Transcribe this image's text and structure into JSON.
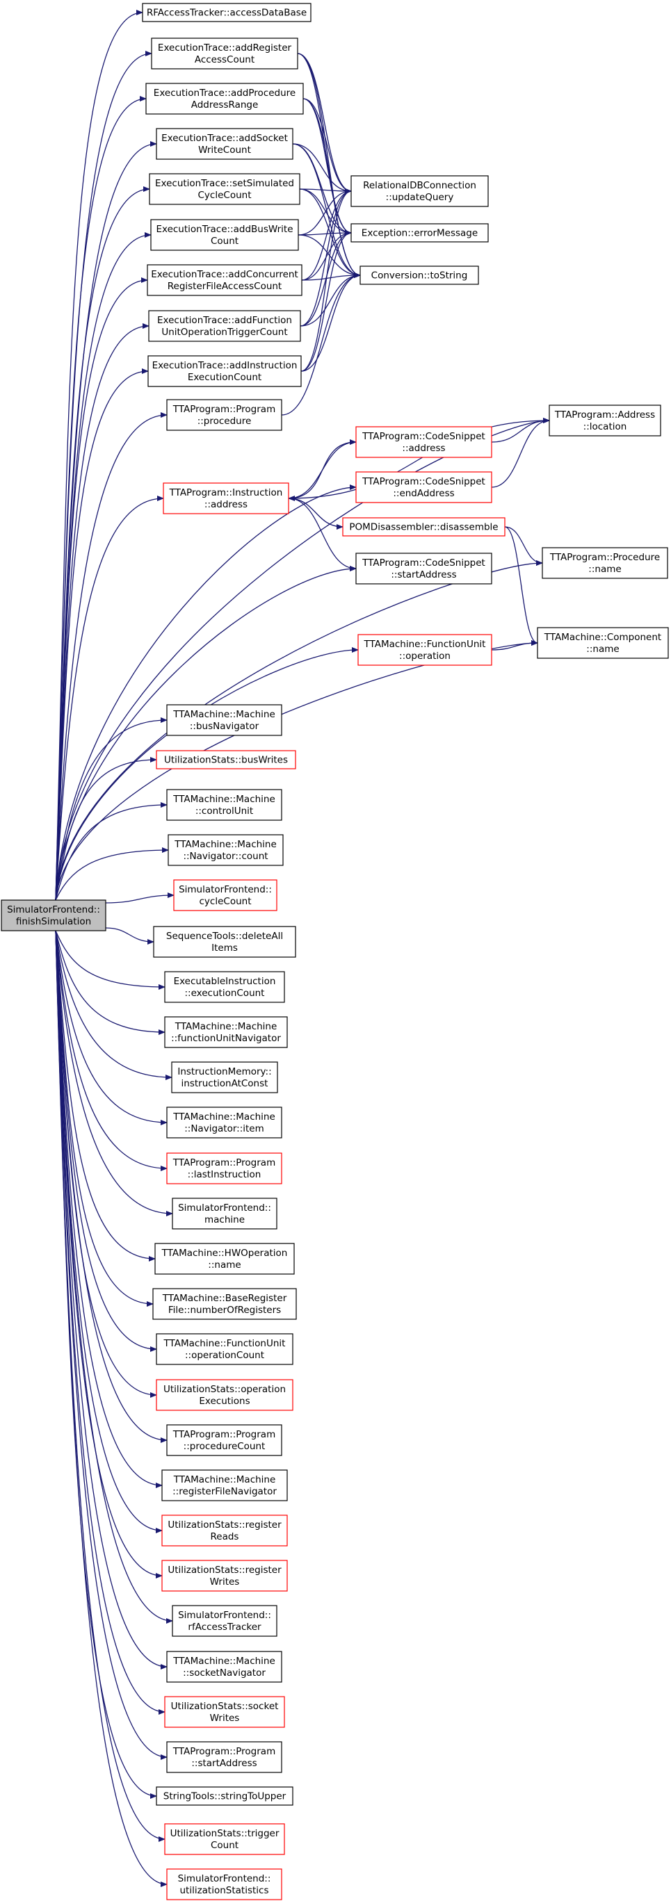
{
  "colors": {
    "edge": "#191970",
    "node_border": "#000000",
    "node_border_truncated": "#ff0000",
    "root_fill": "#bfbfbf",
    "node_fill": "#ffffff"
  },
  "graph": {
    "root": "root",
    "nodes": [
      {
        "id": "root",
        "lines": [
          "SimulatorFrontend::",
          "finishSimulation"
        ],
        "root": true
      },
      {
        "id": "rfa_adb",
        "lines": [
          "RFAccessTracker::accessDataBase"
        ]
      },
      {
        "id": "et_arac",
        "lines": [
          "ExecutionTrace::addRegister",
          "AccessCount"
        ]
      },
      {
        "id": "et_apar",
        "lines": [
          "ExecutionTrace::addProcedure",
          "AddressRange"
        ]
      },
      {
        "id": "et_aswc",
        "lines": [
          "ExecutionTrace::addSocket",
          "WriteCount"
        ]
      },
      {
        "id": "et_sscc",
        "lines": [
          "ExecutionTrace::setSimulated",
          "CycleCount"
        ]
      },
      {
        "id": "et_abwc",
        "lines": [
          "ExecutionTrace::addBusWrite",
          "Count"
        ]
      },
      {
        "id": "et_acrf",
        "lines": [
          "ExecutionTrace::addConcurrent",
          "RegisterFileAccessCount"
        ]
      },
      {
        "id": "et_afuo",
        "lines": [
          "ExecutionTrace::addFunction",
          "UnitOperationTriggerCount"
        ]
      },
      {
        "id": "et_aiec",
        "lines": [
          "ExecutionTrace::addInstruction",
          "ExecutionCount"
        ]
      },
      {
        "id": "rdb_uq",
        "lines": [
          "RelationalDBConnection",
          "::updateQuery"
        ]
      },
      {
        "id": "exc_em",
        "lines": [
          "Exception::errorMessage"
        ]
      },
      {
        "id": "conv_ts",
        "lines": [
          "Conversion::toString"
        ]
      },
      {
        "id": "tp_pp",
        "lines": [
          "TTAProgram::Program",
          "::procedure"
        ]
      },
      {
        "id": "tp_ia",
        "lines": [
          "TTAProgram::Instruction",
          "::address"
        ],
        "truncated": true
      },
      {
        "id": "tp_csa",
        "lines": [
          "TTAProgram::CodeSnippet",
          "::address"
        ],
        "truncated": true
      },
      {
        "id": "tp_cse",
        "lines": [
          "TTAProgram::CodeSnippet",
          "::endAddress"
        ],
        "truncated": true
      },
      {
        "id": "pom_dis",
        "lines": [
          "POMDisassembler::disassemble"
        ],
        "truncated": true
      },
      {
        "id": "tp_css",
        "lines": [
          "TTAProgram::CodeSnippet",
          "::startAddress"
        ]
      },
      {
        "id": "tp_al",
        "lines": [
          "TTAProgram::Address",
          "::location"
        ]
      },
      {
        "id": "tp_pn",
        "lines": [
          "TTAProgram::Procedure",
          "::name"
        ]
      },
      {
        "id": "tm_cn",
        "lines": [
          "TTAMachine::Component",
          "::name"
        ]
      },
      {
        "id": "tm_fuo",
        "lines": [
          "TTAMachine::FunctionUnit",
          "::operation"
        ],
        "truncated": true
      },
      {
        "id": "tm_bn",
        "lines": [
          "TTAMachine::Machine",
          "::busNavigator"
        ]
      },
      {
        "id": "us_bw",
        "lines": [
          "UtilizationStats::busWrites"
        ],
        "truncated": true
      },
      {
        "id": "tm_cu",
        "lines": [
          "TTAMachine::Machine",
          "::controlUnit"
        ]
      },
      {
        "id": "tm_nc",
        "lines": [
          "TTAMachine::Machine",
          "::Navigator::count"
        ]
      },
      {
        "id": "sf_cc",
        "lines": [
          "SimulatorFrontend::",
          "cycleCount"
        ],
        "truncated": true
      },
      {
        "id": "st_dai",
        "lines": [
          "SequenceTools::deleteAll",
          "Items"
        ]
      },
      {
        "id": "ei_ec",
        "lines": [
          "ExecutableInstruction",
          "::executionCount"
        ]
      },
      {
        "id": "tm_fun",
        "lines": [
          "TTAMachine::Machine",
          "::functionUnitNavigator"
        ]
      },
      {
        "id": "im_iac",
        "lines": [
          "InstructionMemory::",
          "instructionAtConst"
        ]
      },
      {
        "id": "tm_ni",
        "lines": [
          "TTAMachine::Machine",
          "::Navigator::item"
        ]
      },
      {
        "id": "tp_li",
        "lines": [
          "TTAProgram::Program",
          "::lastInstruction"
        ],
        "truncated": true
      },
      {
        "id": "sf_m",
        "lines": [
          "SimulatorFrontend::",
          "machine"
        ]
      },
      {
        "id": "tm_hwn",
        "lines": [
          "TTAMachine::HWOperation",
          "::name"
        ]
      },
      {
        "id": "tm_brf",
        "lines": [
          "TTAMachine::BaseRegister",
          "File::numberOfRegisters"
        ]
      },
      {
        "id": "tm_fuoc",
        "lines": [
          "TTAMachine::FunctionUnit",
          "::operationCount"
        ]
      },
      {
        "id": "us_oe",
        "lines": [
          "UtilizationStats::operation",
          "Executions"
        ],
        "truncated": true
      },
      {
        "id": "tp_pc",
        "lines": [
          "TTAProgram::Program",
          "::procedureCount"
        ]
      },
      {
        "id": "tm_rfn",
        "lines": [
          "TTAMachine::Machine",
          "::registerFileNavigator"
        ]
      },
      {
        "id": "us_rr",
        "lines": [
          "UtilizationStats::register",
          "Reads"
        ],
        "truncated": true
      },
      {
        "id": "us_rw",
        "lines": [
          "UtilizationStats::register",
          "Writes"
        ],
        "truncated": true
      },
      {
        "id": "sf_rfat",
        "lines": [
          "SimulatorFrontend::",
          "rfAccessTracker"
        ]
      },
      {
        "id": "tm_sn",
        "lines": [
          "TTAMachine::Machine",
          "::socketNavigator"
        ]
      },
      {
        "id": "us_sw",
        "lines": [
          "UtilizationStats::socket",
          "Writes"
        ],
        "truncated": true
      },
      {
        "id": "tp_psa",
        "lines": [
          "TTAProgram::Program",
          "::startAddress"
        ]
      },
      {
        "id": "str_stu",
        "lines": [
          "StringTools::stringToUpper"
        ]
      },
      {
        "id": "us_tc",
        "lines": [
          "UtilizationStats::trigger",
          "Count"
        ],
        "truncated": true
      },
      {
        "id": "sf_us",
        "lines": [
          "SimulatorFrontend::",
          "utilizationStatistics"
        ],
        "truncated": true
      }
    ],
    "edges": [
      [
        "root",
        "rfa_adb"
      ],
      [
        "root",
        "et_arac"
      ],
      [
        "root",
        "et_apar"
      ],
      [
        "root",
        "et_aswc"
      ],
      [
        "root",
        "et_sscc"
      ],
      [
        "root",
        "et_abwc"
      ],
      [
        "root",
        "et_acrf"
      ],
      [
        "root",
        "et_afuo"
      ],
      [
        "root",
        "et_aiec"
      ],
      [
        "root",
        "tp_pp"
      ],
      [
        "root",
        "tp_al"
      ],
      [
        "root",
        "tp_ia"
      ],
      [
        "root",
        "tp_cse"
      ],
      [
        "root",
        "tp_css"
      ],
      [
        "root",
        "tp_pn"
      ],
      [
        "root",
        "tm_cn"
      ],
      [
        "root",
        "tm_fuo"
      ],
      [
        "root",
        "tm_bn"
      ],
      [
        "root",
        "us_bw"
      ],
      [
        "root",
        "tm_cu"
      ],
      [
        "root",
        "tm_nc"
      ],
      [
        "root",
        "sf_cc"
      ],
      [
        "root",
        "st_dai"
      ],
      [
        "root",
        "ei_ec"
      ],
      [
        "root",
        "tm_fun"
      ],
      [
        "root",
        "im_iac"
      ],
      [
        "root",
        "tm_ni"
      ],
      [
        "root",
        "tp_li"
      ],
      [
        "root",
        "sf_m"
      ],
      [
        "root",
        "tm_hwn"
      ],
      [
        "root",
        "tm_brf"
      ],
      [
        "root",
        "tm_fuoc"
      ],
      [
        "root",
        "us_oe"
      ],
      [
        "root",
        "tp_pc"
      ],
      [
        "root",
        "tm_rfn"
      ],
      [
        "root",
        "us_rr"
      ],
      [
        "root",
        "us_rw"
      ],
      [
        "root",
        "sf_rfat"
      ],
      [
        "root",
        "tm_sn"
      ],
      [
        "root",
        "us_sw"
      ],
      [
        "root",
        "tp_psa"
      ],
      [
        "root",
        "str_stu"
      ],
      [
        "root",
        "us_tc"
      ],
      [
        "root",
        "sf_us"
      ],
      [
        "et_arac",
        "rdb_uq"
      ],
      [
        "et_arac",
        "exc_em"
      ],
      [
        "et_arac",
        "conv_ts"
      ],
      [
        "et_apar",
        "rdb_uq"
      ],
      [
        "et_apar",
        "exc_em"
      ],
      [
        "et_apar",
        "conv_ts"
      ],
      [
        "et_aswc",
        "rdb_uq"
      ],
      [
        "et_aswc",
        "exc_em"
      ],
      [
        "et_aswc",
        "conv_ts"
      ],
      [
        "et_sscc",
        "rdb_uq"
      ],
      [
        "et_sscc",
        "exc_em"
      ],
      [
        "et_sscc",
        "conv_ts"
      ],
      [
        "et_abwc",
        "rdb_uq"
      ],
      [
        "et_abwc",
        "exc_em"
      ],
      [
        "et_abwc",
        "conv_ts"
      ],
      [
        "et_acrf",
        "rdb_uq"
      ],
      [
        "et_acrf",
        "exc_em"
      ],
      [
        "et_acrf",
        "conv_ts"
      ],
      [
        "et_afuo",
        "rdb_uq"
      ],
      [
        "et_afuo",
        "exc_em"
      ],
      [
        "et_afuo",
        "conv_ts"
      ],
      [
        "et_aiec",
        "rdb_uq"
      ],
      [
        "et_aiec",
        "exc_em"
      ],
      [
        "et_aiec",
        "conv_ts"
      ],
      [
        "tp_pp",
        "conv_ts"
      ],
      [
        "tp_ia",
        "tp_csa"
      ],
      [
        "tp_ia",
        "tp_al"
      ],
      [
        "tp_ia",
        "pom_dis"
      ],
      [
        "tp_ia",
        "tp_css"
      ],
      [
        "tp_csa",
        "tp_al"
      ],
      [
        "tp_csa",
        "tp_ia"
      ],
      [
        "tp_cse",
        "tp_al"
      ],
      [
        "pom_dis",
        "tp_pn"
      ],
      [
        "pom_dis",
        "tm_cn"
      ],
      [
        "tm_fuo",
        "tm_cn"
      ]
    ]
  }
}
